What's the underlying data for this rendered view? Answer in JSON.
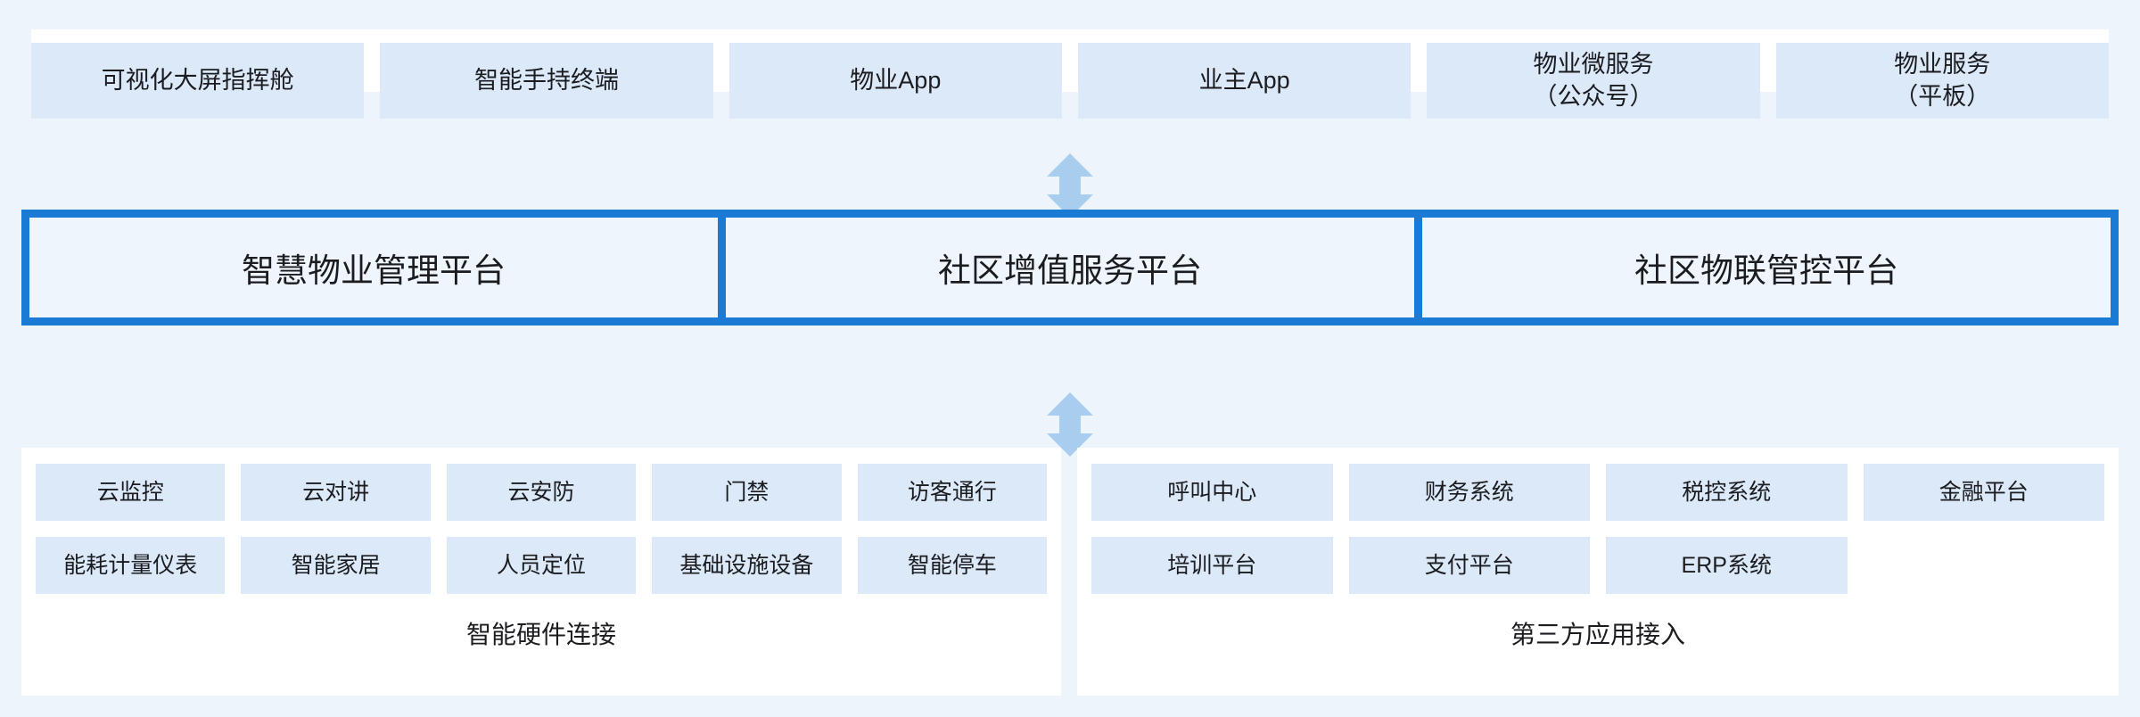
{
  "colors": {
    "background": "#eef4fc",
    "panel": "#ffffff",
    "tile": "#dce9f9",
    "platform_border": "#1a7ad4",
    "platform_fill": "#eff5fc",
    "arrow": "#a8cdee",
    "text": "#1b1c20"
  },
  "top_layer": {
    "tiles": [
      {
        "label": "可视化大屏指挥舱"
      },
      {
        "label": "智能手持终端"
      },
      {
        "label": "物业App"
      },
      {
        "label": "业主App"
      },
      {
        "label": "物业微服务\n（公众号）"
      },
      {
        "label": "物业服务\n（平板）"
      }
    ]
  },
  "connectors": {
    "top_arrow": "double-arrow-vertical-icon",
    "bottom_arrow": "double-arrow-vertical-icon"
  },
  "platform_layer": {
    "cells": [
      {
        "label": "智慧物业管理平台"
      },
      {
        "label": "社区增值服务平台"
      },
      {
        "label": "社区物联管控平台"
      }
    ]
  },
  "bottom_left": {
    "label": "智能硬件连接",
    "rows": [
      [
        {
          "label": "云监控"
        },
        {
          "label": "云对讲"
        },
        {
          "label": "云安防"
        },
        {
          "label": "门禁"
        },
        {
          "label": "访客通行"
        }
      ],
      [
        {
          "label": "能耗计量仪表"
        },
        {
          "label": "智能家居"
        },
        {
          "label": "人员定位"
        },
        {
          "label": "基础设施设备"
        },
        {
          "label": "智能停车"
        }
      ]
    ]
  },
  "bottom_right": {
    "label": "第三方应用接入",
    "rows": [
      [
        {
          "label": "呼叫中心"
        },
        {
          "label": "财务系统"
        },
        {
          "label": "税控系统"
        },
        {
          "label": "金融平台"
        }
      ],
      [
        {
          "label": "培训平台"
        },
        {
          "label": "支付平台"
        },
        {
          "label": "ERP系统"
        },
        {
          "label": "",
          "empty": true
        }
      ]
    ]
  }
}
